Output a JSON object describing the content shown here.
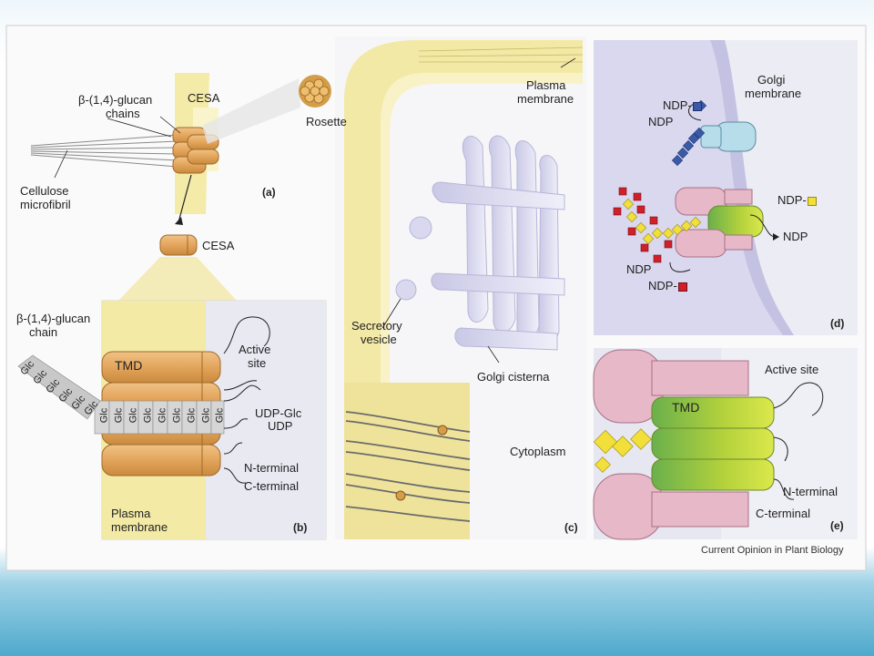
{
  "panel_a": {
    "letter": "(a)",
    "glucan_chains_label_1": "β-(1,4)-glucan",
    "glucan_chains_label_2": "chains",
    "cesa_label": "CESA",
    "cellulose_label_1": "Cellulose",
    "cellulose_label_2": "microfibril",
    "rosette_label": "Rosette",
    "cesa_single_label": "CESA"
  },
  "panel_b": {
    "letter": "(b)",
    "glucan_chain_label_1": "β-(1,4)-glucan",
    "glucan_chain_label_2": "chain",
    "tmd_label": "TMD",
    "active_site_label_1": "Active",
    "active_site_label_2": "site",
    "udp_glc_label": "UDP-Glc",
    "udp_label": "UDP",
    "n_terminal_label": "N-terminal",
    "c_terminal_label": "C-terminal",
    "plasma_membrane_label_1": "Plasma",
    "plasma_membrane_label_2": "membrane",
    "glc_unit": "Glc"
  },
  "panel_c": {
    "letter": "(c)",
    "plasma_membrane_label_1": "Plasma",
    "plasma_membrane_label_2": "membrane",
    "secretory_vesicle_label_1": "Secretory",
    "secretory_vesicle_label_2": "vesicle",
    "golgi_cisterna_label": "Golgi cisterna",
    "cytoplasm_label": "Cytoplasm"
  },
  "panel_d": {
    "letter": "(d)",
    "golgi_membrane_label_1": "Golgi",
    "golgi_membrane_label_2": "membrane",
    "ndp_blue_label": "NDP-",
    "ndp_label_1": "NDP",
    "ndp_yellow_label": "NDP-",
    "ndp_label_2": "NDP",
    "ndp_label_3": "NDP",
    "ndp_red_label": "NDP-"
  },
  "panel_e": {
    "letter": "(e)",
    "active_site_label": "Active site",
    "tmd_label": "TMD",
    "n_terminal_label": "N-terminal",
    "c_terminal_label": "C-terminal"
  },
  "credit": "Current Opinion in Plant Biology",
  "colors": {
    "cesa_orange": "#e3a55c",
    "membrane_yellow": "#f3eaa6",
    "golgi_lavender": "#c9c8e6",
    "pink_protein": "#e3b3c6",
    "green_protein": "#a8cc3c",
    "glc_grey": "#c8c8c8",
    "blue_sugar": "#3a5aa8",
    "yellow_sugar": "#f2df3a",
    "red_sugar": "#d0202a"
  }
}
